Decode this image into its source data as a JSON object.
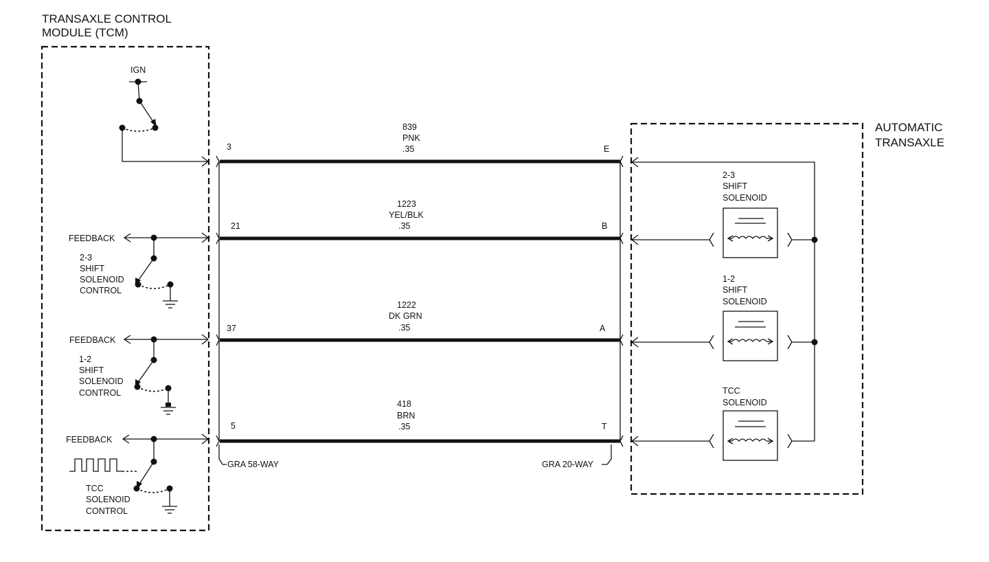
{
  "tcm": {
    "title_line1": "TRANSAXLE CONTROL",
    "title_line2": "MODULE (TCM)",
    "ign": "IGN",
    "feedback": "FEEDBACK",
    "controls": [
      [
        "2-3",
        "SHIFT",
        "SOLENOID",
        "CONTROL"
      ],
      [
        "1-2",
        "SHIFT",
        "SOLENOID",
        "CONTROL"
      ],
      [
        "TCC",
        "SOLENOID",
        "CONTROL"
      ]
    ]
  },
  "transaxle": {
    "title_line1": "AUTOMATIC",
    "title_line2": "TRANSAXLE",
    "solenoids": [
      [
        "2-3",
        "SHIFT",
        "SOLENOID"
      ],
      [
        "1-2",
        "SHIFT",
        "SOLENOID"
      ],
      [
        "TCC",
        "SOLENOID"
      ]
    ]
  },
  "circuits": [
    {
      "circuit": "839",
      "color": "PNK",
      "gauge": ".35",
      "tcm_pin": "3",
      "trans_pin": "E"
    },
    {
      "circuit": "1223",
      "color": "YEL/BLK",
      "gauge": ".35",
      "tcm_pin": "21",
      "trans_pin": "B"
    },
    {
      "circuit": "1222",
      "color": "DK GRN",
      "gauge": ".35",
      "tcm_pin": "37",
      "trans_pin": "A"
    },
    {
      "circuit": "418",
      "color": "BRN",
      "gauge": ".35",
      "tcm_pin": "5",
      "trans_pin": "T"
    }
  ],
  "connectors": {
    "left": "GRA 58-WAY",
    "right": "GRA 20-WAY"
  }
}
